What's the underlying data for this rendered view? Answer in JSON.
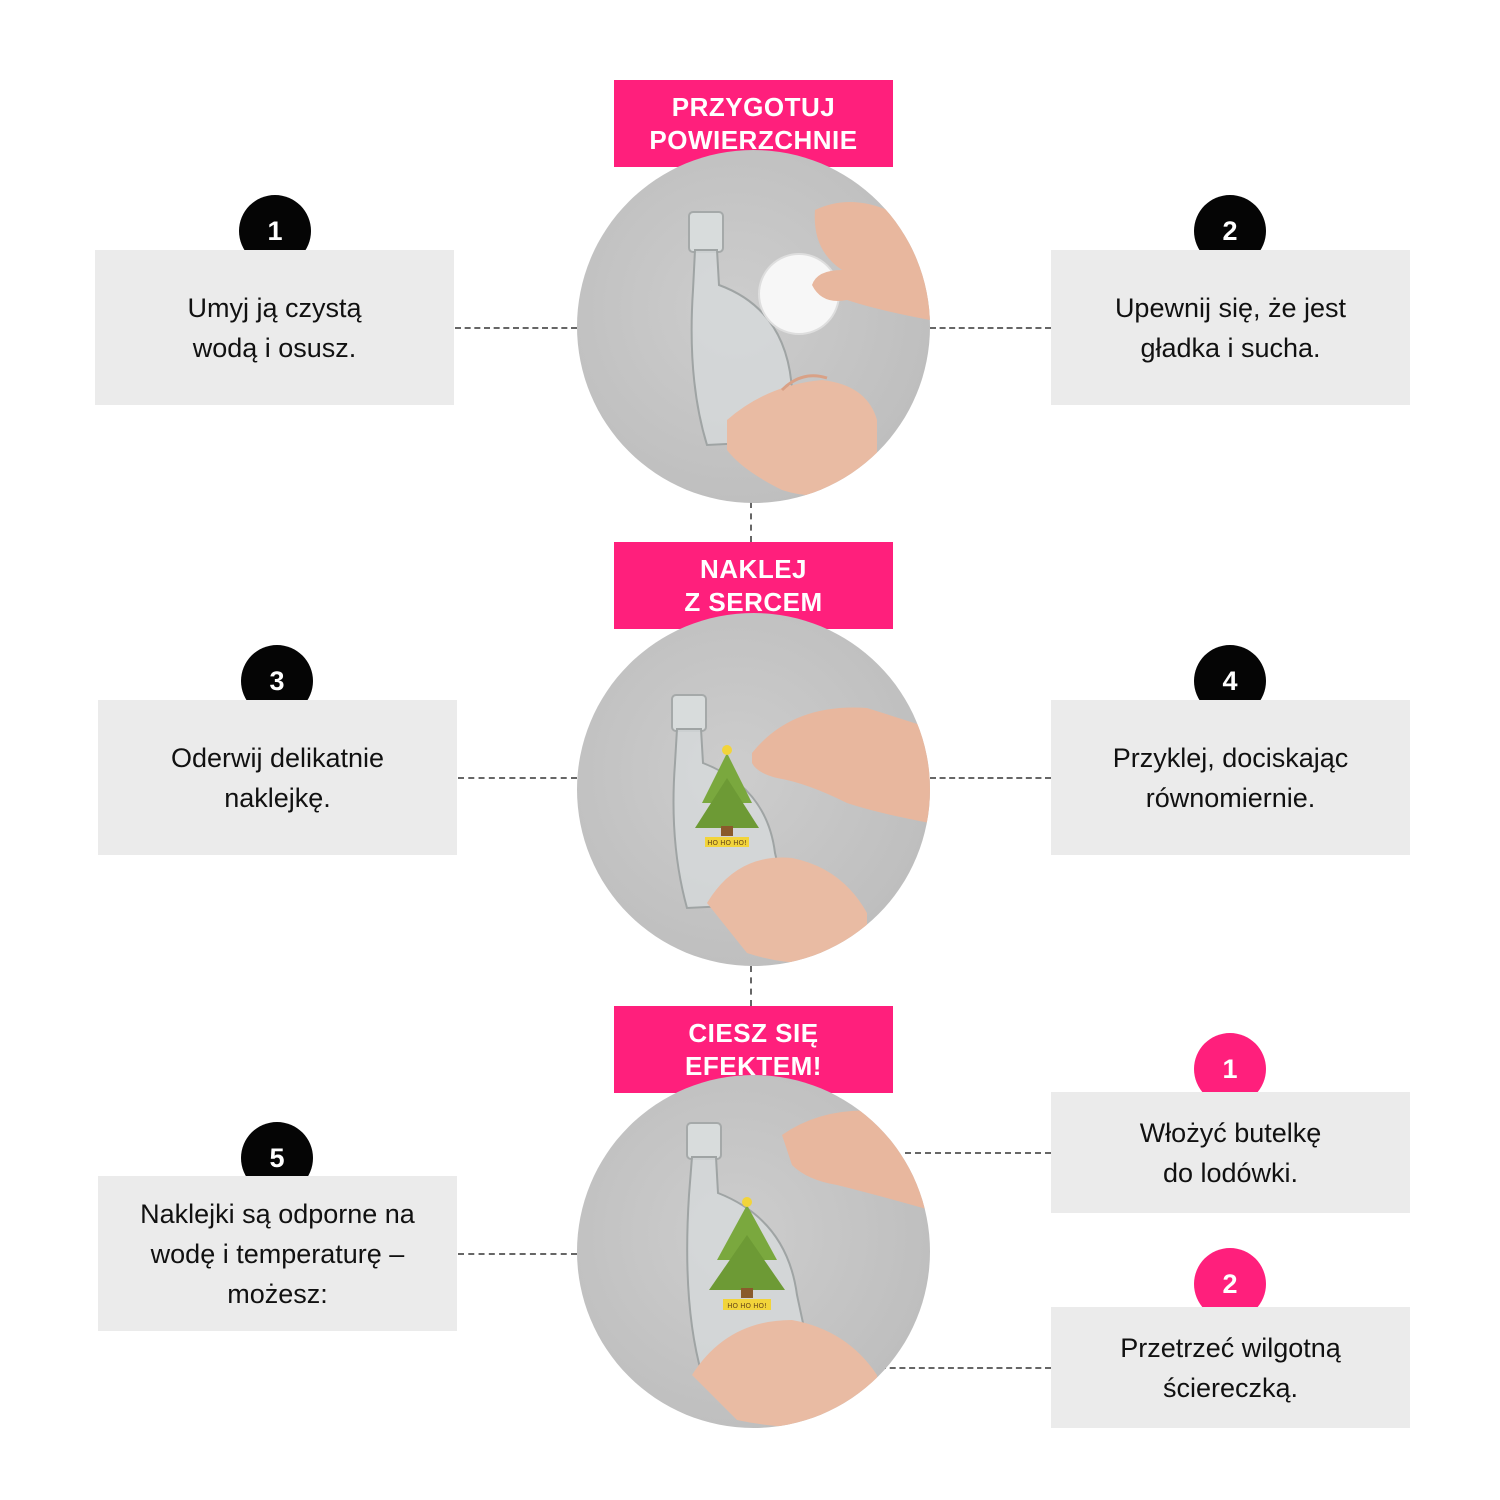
{
  "headers": [
    {
      "line1": "PRZYGOTUJ",
      "line2": "POWIERZCHNIE"
    },
    {
      "line1": "NAKLEJ",
      "line2": "Z SERCEM"
    },
    {
      "line1": "CIESZ SIĘ",
      "line2": "EFEKTEM!"
    }
  ],
  "steps": [
    {
      "number": "1",
      "line1": "Umyj ją czystą",
      "line2": "wodą i osusz."
    },
    {
      "number": "2",
      "line1": "Upewnij się, że jest",
      "line2": "gładka i sucha."
    },
    {
      "number": "3",
      "line1": "Oderwij delikatnie",
      "line2": "naklejkę."
    },
    {
      "number": "4",
      "line1": "Przyklej, dociskając",
      "line2": "równomiernie."
    },
    {
      "number": "5",
      "line1": "Naklejki są odporne na",
      "line2": "wodę i temperaturę –",
      "line3": "możesz:"
    }
  ],
  "options": [
    {
      "number": "1",
      "line1": "Włożyć butelkę",
      "line2": "do lodówki."
    },
    {
      "number": "2",
      "line1": "Przetrzeć wilgotną",
      "line2": "ściereczką."
    }
  ],
  "sticker": {
    "banner": "HO HO HO!"
  },
  "colors": {
    "accent": "#ff1f7c",
    "box": "#ebebeb",
    "badge_dark": "#050505",
    "photo_bg": "#c4c4c4"
  }
}
